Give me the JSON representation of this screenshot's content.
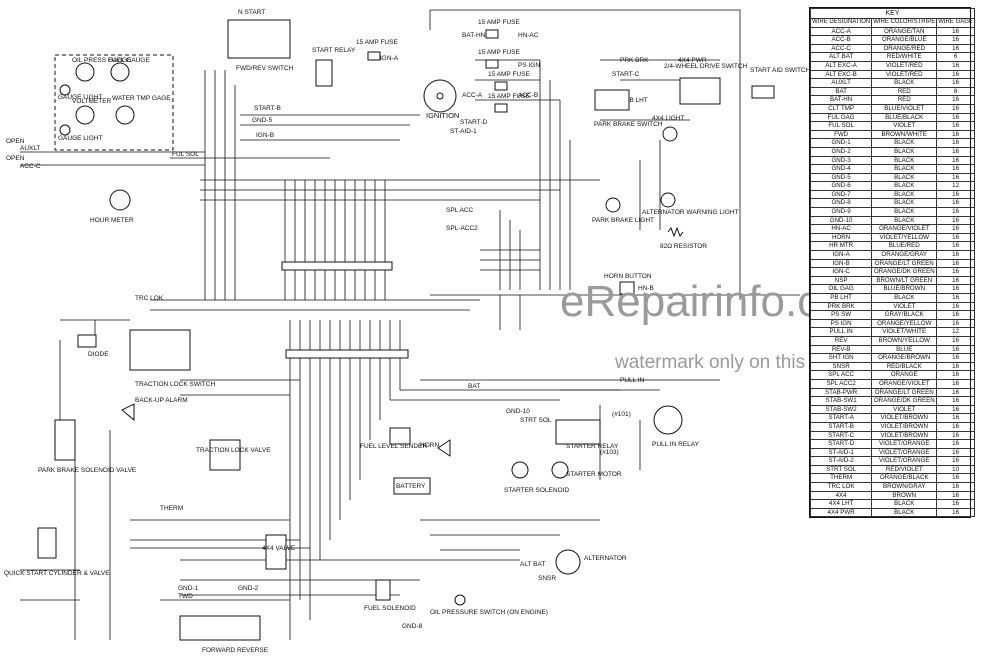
{
  "watermark": {
    "brand": "eRepairinfo.com",
    "note": "watermark only on this sample"
  },
  "key": {
    "title": "KEY",
    "headers": [
      "WIRE DESIGNATION",
      "WIRE COLOR/STRIPE",
      "WIRE GAGE"
    ],
    "rows": [
      [
        "ACC-A",
        "ORANGE/TAN",
        "16"
      ],
      [
        "ACC-B",
        "ORANGE/BLUE",
        "16"
      ],
      [
        "ACC-C",
        "ORANGE/RED",
        "16"
      ],
      [
        "ALT BAT",
        "RED/WHITE",
        "6"
      ],
      [
        "ALT EXC-A",
        "VIOLET/RED",
        "16"
      ],
      [
        "ALT EXC-B",
        "VIOLET/RED",
        "16"
      ],
      [
        "AUXLT",
        "BLACK",
        "16"
      ],
      [
        "BAT",
        "RED",
        "8"
      ],
      [
        "BAT-HN",
        "RED",
        "16"
      ],
      [
        "CLT TMP",
        "BLUE/VIOLET",
        "16"
      ],
      [
        "FUL GAG",
        "BLUE/BLACK",
        "16"
      ],
      [
        "FUL SOL",
        "VIOLET",
        "16"
      ],
      [
        "FWD",
        "BROWN/WHITE",
        "16"
      ],
      [
        "GND-1",
        "BLACK",
        "16"
      ],
      [
        "GND-2",
        "BLACK",
        "16"
      ],
      [
        "GND-3",
        "BLACK",
        "16"
      ],
      [
        "GND-4",
        "BLACK",
        "16"
      ],
      [
        "GND-5",
        "BLACK",
        "16"
      ],
      [
        "GND-6",
        "BLACK",
        "12"
      ],
      [
        "GND-7",
        "BLACK",
        "16"
      ],
      [
        "GND-8",
        "BLACK",
        "16"
      ],
      [
        "GND-9",
        "BLACK",
        "16"
      ],
      [
        "GND-10",
        "BLACK",
        "16"
      ],
      [
        "HN-AC",
        "ORANGE/VIOLET",
        "16"
      ],
      [
        "HORN",
        "VIOLET/YELLOW",
        "16"
      ],
      [
        "HR MTR",
        "BLUE/RED",
        "16"
      ],
      [
        "IGN-A",
        "ORANGE/GRAY",
        "16"
      ],
      [
        "IGN-B",
        "ORANGE/LT GREEN",
        "16"
      ],
      [
        "IGN-C",
        "ORANGE/DK GREEN",
        "16"
      ],
      [
        "NSP",
        "BROWN/LT GREEN",
        "16"
      ],
      [
        "OIL GAG",
        "BLUE/BROWN",
        "16"
      ],
      [
        "PB LHT",
        "BLACK",
        "16"
      ],
      [
        "PRK BRK",
        "VIOLET",
        "16"
      ],
      [
        "PS SW",
        "GRAY/BLACK",
        "16"
      ],
      [
        "PS IGN",
        "ORANGE/YELLOW",
        "16"
      ],
      [
        "PULL IN",
        "VIOLET/WHITE",
        "12"
      ],
      [
        "REV",
        "BROWN/YELLOW",
        "16"
      ],
      [
        "REV-B",
        "BLUE",
        "16"
      ],
      [
        "SHT IGN",
        "ORANGE/BROWN",
        "16"
      ],
      [
        "SNSR",
        "RED/BLACK",
        "16"
      ],
      [
        "SPL ACC",
        "ORANGE",
        "16"
      ],
      [
        "SPL ACC2",
        "ORANGE/VIOLET",
        "16"
      ],
      [
        "STAB-PWR",
        "ORANGE/LT GREEN",
        "16"
      ],
      [
        "STAB-SW1",
        "ORANGE/DK GREEN",
        "16"
      ],
      [
        "STAB-SW2",
        "VIOLET",
        "16"
      ],
      [
        "START-A",
        "VIOLET/BROWN",
        "16"
      ],
      [
        "START-B",
        "VIOLET/BROWN",
        "16"
      ],
      [
        "START-C",
        "VIOLET/BROWN",
        "16"
      ],
      [
        "START-D",
        "VIOLET/ORANGE",
        "16"
      ],
      [
        "ST-AID-1",
        "VIOLET/ORANGE",
        "16"
      ],
      [
        "ST-AID-2",
        "VIOLET/ORANGE",
        "16"
      ],
      [
        "STRT SOL",
        "RED/VIOLET",
        "10"
      ],
      [
        "THERM",
        "ORANGE/BLACK",
        "16"
      ],
      [
        "TRC LOK",
        "BROWN/GRAY",
        "16"
      ],
      [
        "4X4",
        "BROWN",
        "16"
      ],
      [
        "4X4 LHT",
        "BLACK",
        "16"
      ],
      [
        "4X4 PWR",
        "BLACK",
        "16"
      ]
    ]
  },
  "components": {
    "fwd_rev_switch": "FWD/REV SWITCH",
    "fwd_rev_switch_head": "N START",
    "start_relay": "START RELAY",
    "fuse_15_a": "15 AMP FUSE",
    "fuse_15_b": "15 AMP FUSE",
    "fuse_15_c": "15 AMP FUSE",
    "fuse_15_d": "15 AMP FUSE",
    "fuse_15_e": "15 AMP FUSE",
    "ignition": "IGNITION",
    "drive_switch": "2/4-WHEEL DRIVE SWITCH",
    "start_aid_switch": "START AID SWITCH",
    "light_4x4": "4X4 LIGHT",
    "park_brake_switch": "PARK BRAKE SWITCH",
    "park_brake_light": "PARK BRAKE LIGHT",
    "alt_warning_light": "ALTERNATOR WARNING LIGHT",
    "resistor": "82Ω RESISTOR",
    "oil_press_gauge": "OIL PRESS GAUGE",
    "fuel_gauge": "FUEL GAUGE",
    "voltmeter": "VOLTMETER",
    "water_temp_gauge": "WATER TMP GAGE",
    "gauge_light_1": "GAUGE LIGHT",
    "gauge_light_2": "GAUGE LIGHT",
    "hour_meter": "HOUR METER",
    "traction_lock_switch": "TRACTION LOCK SWITCH",
    "diode": "DIODE",
    "backup_alarm": "BACK-UP ALARM",
    "traction_lock_valve": "TRACTION LOCK VALVE",
    "park_brake_solenoid": "PARK BRAKE SOLENOID VALVE",
    "quick_start": "QUICK START CYLINDER & VALVE",
    "valve_4x4": "4X4 VALVE",
    "fwd_rev_valve": "FORWARD REVERSE",
    "fuel_level_sender": "FUEL LEVEL SENDER",
    "horn": "HORN",
    "battery": "BATTERY",
    "starter_solenoid": "STARTER SOLENOID",
    "starter_motor": "STARTER MOTOR",
    "starter_relay": "STARTER RELAY",
    "pull_in_relay": "PULL IN RELAY",
    "alternator": "ALTERNATOR",
    "fuel_solenoid": "FUEL SOLENOID",
    "oil_pressure_switch": "OIL PRESSURE SWITCH (ON ENGINE)",
    "horn_button": "HORN BUTTON"
  },
  "wires": {
    "open_1": "OPEN",
    "open_2": "OPEN",
    "auxlt": "AUXLT",
    "acc_c": "ACC-C",
    "ful_sol": "FUL SOL",
    "start_b": "START-B",
    "gnd_5": "GND-5",
    "ign_b": "IGN-B",
    "bat_hn": "BAT-HN",
    "hn_ac": "HN-AC",
    "ign_a": "IGN-A",
    "ps_ign": "PS IGN",
    "acc_a": "ACC-A",
    "acc_b": "ACC-B",
    "start_c": "START-C",
    "start_d": "START-D",
    "st_aid_1": "ST-AID-1",
    "prk_brk": "PRK BRK",
    "pb_lht": "PB LHT",
    "pwr_4x4": "4X4 PWR",
    "trc_lok": "TRC LOK",
    "pull_in": "PULL IN",
    "bat": "BAT",
    "gnd_10": "GND-10",
    "strt_sol": "STRT SOL",
    "alt_bat": "ALT BAT",
    "snsr": "SNSR",
    "therm": "THERM",
    "twd": "TWD",
    "gnd_1": "GND-1",
    "gnd_2": "GND-2",
    "gnd_8": "GND-8",
    "spl_acc": "SPL ACC",
    "spl_acc2": "SPL-ACC2",
    "ref_101": "(#101)",
    "ref_103": "(#103)",
    "hn_b": "HN-B"
  }
}
